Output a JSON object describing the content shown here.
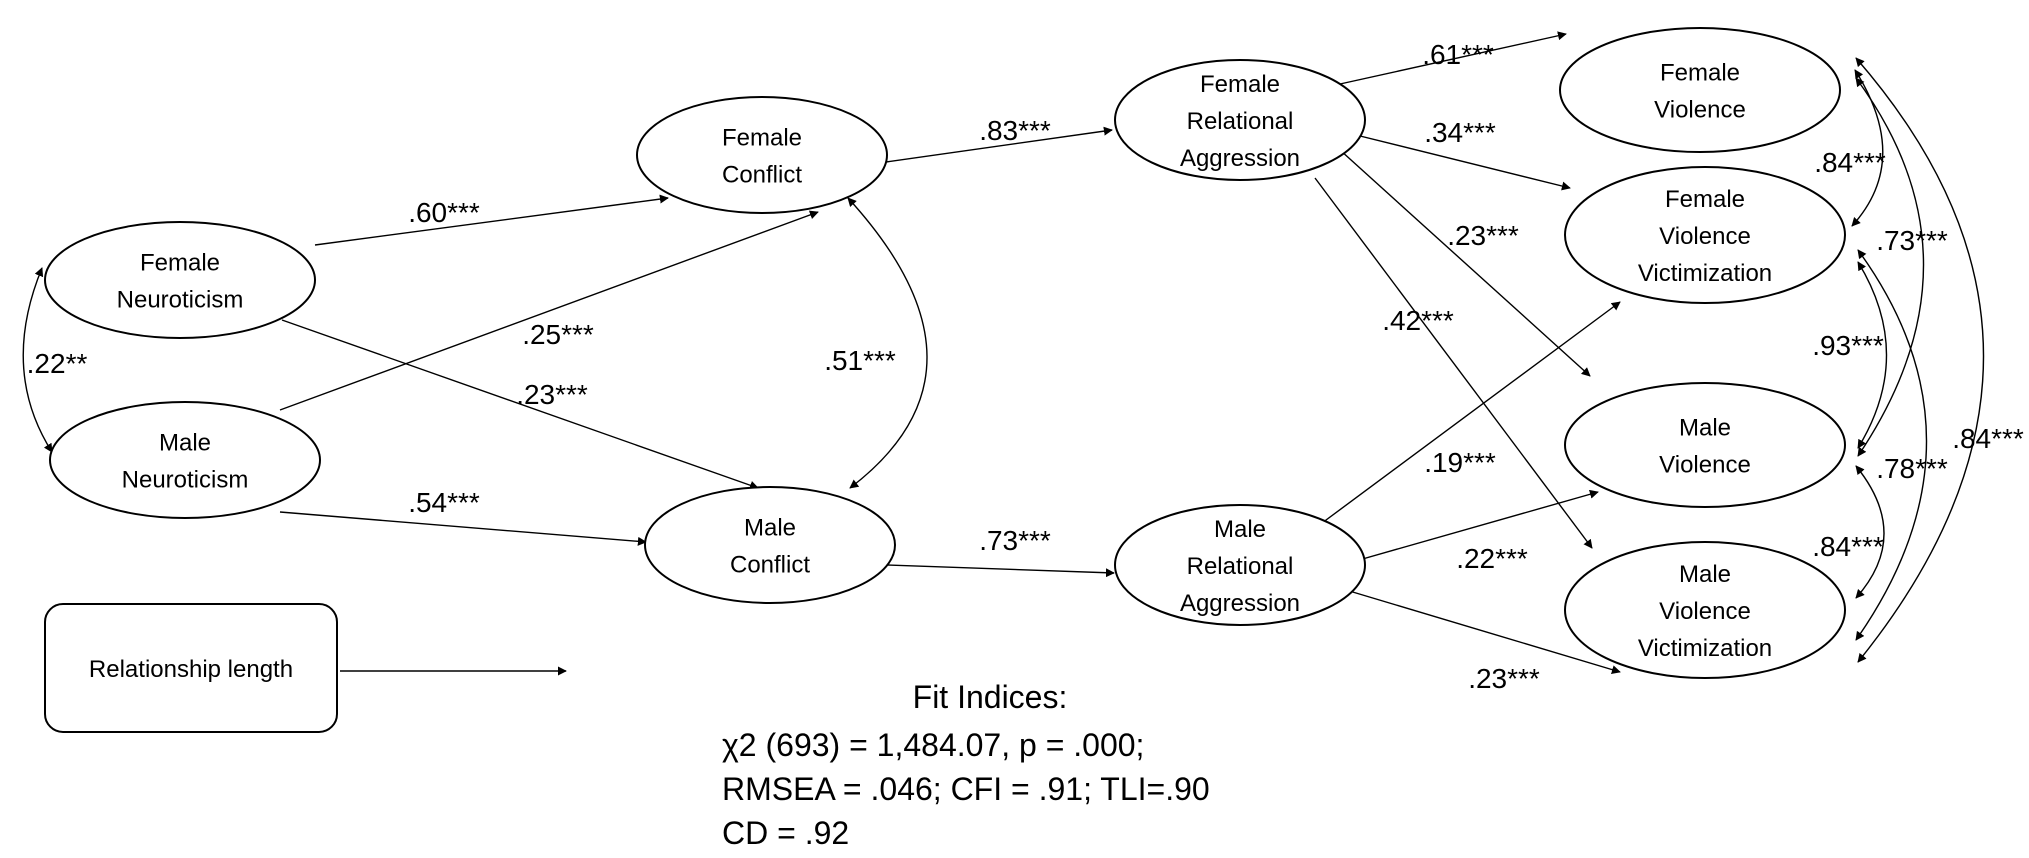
{
  "nodes": [
    {
      "id": "female-neuroticism",
      "lines": [
        "Female",
        "Neuroticism"
      ]
    },
    {
      "id": "male-neuroticism",
      "lines": [
        "Male",
        "Neuroticism"
      ]
    },
    {
      "id": "female-conflict",
      "lines": [
        "Female",
        "Conflict"
      ]
    },
    {
      "id": "male-conflict",
      "lines": [
        "Male",
        "Conflict"
      ]
    },
    {
      "id": "female-relational-aggression",
      "lines": [
        "Female",
        "Relational",
        "Aggression"
      ]
    },
    {
      "id": "male-relational-aggression",
      "lines": [
        "Male",
        "Relational",
        "Aggression"
      ]
    },
    {
      "id": "female-violence",
      "lines": [
        "Female",
        "Violence"
      ]
    },
    {
      "id": "female-violence-victimization",
      "lines": [
        "Female",
        "Violence",
        "Victimization"
      ]
    },
    {
      "id": "male-violence",
      "lines": [
        "Male",
        "Violence"
      ]
    },
    {
      "id": "male-violence-victimization",
      "lines": [
        "Male",
        "Violence",
        "Victimization"
      ]
    },
    {
      "id": "relationship-length",
      "lines": [
        "Relationship length"
      ]
    }
  ],
  "paths": [
    {
      "from": "female-neuroticism",
      "to": "female-conflict",
      "label": ".60***"
    },
    {
      "from": "male-neuroticism",
      "to": "female-conflict",
      "label": ".25***"
    },
    {
      "from": "female-neuroticism",
      "to": "male-conflict",
      "label": ".23***"
    },
    {
      "from": "male-neuroticism",
      "to": "male-conflict",
      "label": ".54***"
    },
    {
      "from": "female-conflict",
      "to": "female-relational-aggression",
      "label": ".83***"
    },
    {
      "from": "male-conflict",
      "to": "male-relational-aggression",
      "label": ".73***"
    },
    {
      "from": "female-relational-aggression",
      "to": "female-violence",
      "label": ".61***"
    },
    {
      "from": "female-relational-aggression",
      "to": "female-violence-victimization",
      "label": ".34***"
    },
    {
      "from": "female-relational-aggression",
      "to": "male-violence",
      "label": ".23***"
    },
    {
      "from": "female-relational-aggression",
      "to": "male-violence-victimization",
      "label": ".42***"
    },
    {
      "from": "male-relational-aggression",
      "to": "female-violence-victimization",
      "label": ".19***"
    },
    {
      "from": "male-relational-aggression",
      "to": "male-violence",
      "label": ".22***"
    },
    {
      "from": "male-relational-aggression",
      "to": "male-violence-victimization",
      "label": ".23***"
    },
    {
      "from": "relationship-length",
      "to": null,
      "label": ""
    }
  ],
  "correlations": [
    {
      "a": "female-neuroticism",
      "b": "male-neuroticism",
      "label": ".22**"
    },
    {
      "a": "female-conflict",
      "b": "male-conflict",
      "label": ".51***"
    },
    {
      "a": "female-violence",
      "b": "female-violence-victimization",
      "label": ".84***"
    },
    {
      "a": "female-violence-victimization",
      "b": "male-violence",
      "label": ".93***"
    },
    {
      "a": "male-violence",
      "b": "male-violence-victimization",
      "label": ".84***"
    },
    {
      "a": "female-violence",
      "b": "male-violence",
      "label": ".73***"
    },
    {
      "a": "female-violence-victimization",
      "b": "male-violence-victimization",
      "label": ".78***"
    },
    {
      "a": "female-violence",
      "b": "male-violence-victimization",
      "label": ".84***"
    }
  ],
  "fit_indices": {
    "title": "Fit Indices:",
    "lines": [
      "χ2 (693) = 1,484.07, p = .000;",
      "RMSEA = .046; CFI = .91; TLI=.90",
      "CD = .92"
    ]
  }
}
